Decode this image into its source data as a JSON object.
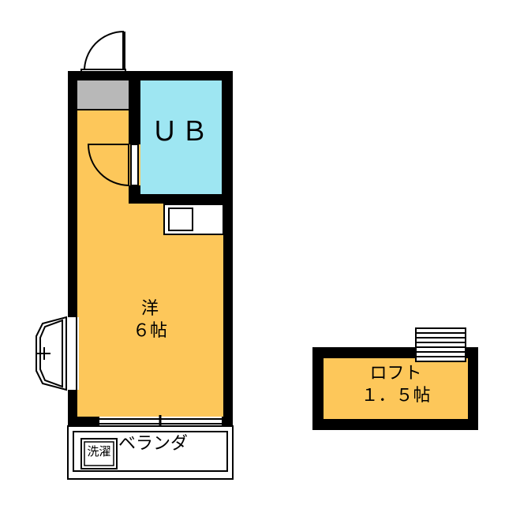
{
  "colors": {
    "wall": "#000000",
    "floor": "#fdc75a",
    "bath": "#9ee6f2",
    "closet": "#b8b8b8",
    "background": "#ffffff"
  },
  "rooms": {
    "bath_label": "ＵＢ",
    "main_type": "洋",
    "main_size": "６帖",
    "loft_name": "ロフト",
    "loft_size": "１．５帖",
    "laundry_label": "洗濯",
    "balcony_label": "ベランダ"
  }
}
